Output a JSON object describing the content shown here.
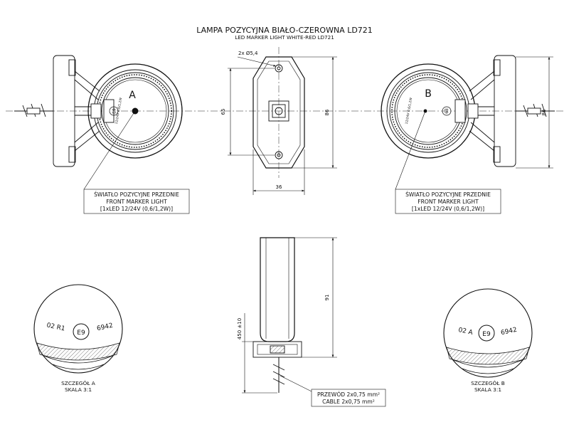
{
  "title": {
    "main": "LAMPA POZYCYJNA BIAŁO-CZEROWNA LD721",
    "sub": "LED MARKER LIGHT WHITE-RED LD721"
  },
  "dimensions": {
    "hole": "2x Ø5,4",
    "hole_spacing": "65",
    "height": "86",
    "width": "36",
    "side_height": "86",
    "depth": "91",
    "cable_length": "450 ±10"
  },
  "labels": {
    "detail_a": "A",
    "detail_b": "B"
  },
  "callout_left": {
    "line1": "ŚWIATŁO POZYCYJNE PRZEDNIE",
    "line2": "FRONT MARKER LIGHT",
    "line3": "[1xLED 12/24V (0,6/1,2W)]"
  },
  "callout_right": {
    "line1": "ŚWIATŁO POZYCYJNE PRZEDNIE",
    "line2": "FRONT MARKER LIGHT",
    "line3": "[1xLED 12/24V (0,6/1,2W)]"
  },
  "cable_note": {
    "line1": "PRZEWÓD 2x0,75 mm²",
    "line2": "CABLE 2x0,75 mm²"
  },
  "detail_a": {
    "caption1": "SZCZEGÓŁ A",
    "caption2": "SKALA 3:1",
    "text_left": "02 R1",
    "mark": "E9",
    "text_right": "6942"
  },
  "detail_b": {
    "caption1": "SZCZEGÓŁ B",
    "caption2": "SKALA 3:1",
    "text_left": "02 A",
    "mark": "E9",
    "text_right": "6942"
  },
  "lens_small_text": {
    "left": "12/24V 0,6/1,2W",
    "right": "12/24V 0,6/1,2W"
  }
}
